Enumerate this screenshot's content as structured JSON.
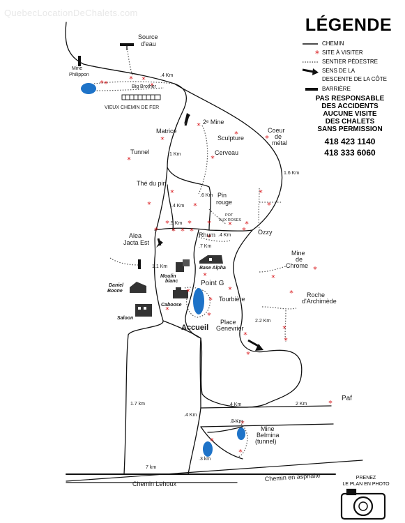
{
  "watermark": "QuebecLocationDeChalets.com",
  "legend": {
    "title": "LÉGENDE",
    "items": [
      {
        "symbol": "solid-line",
        "label": "CHEMIN"
      },
      {
        "symbol": "star",
        "label": "SITE À VISITER"
      },
      {
        "symbol": "dotted-line",
        "label": "SENTIER PÉDESTRE"
      },
      {
        "symbol": "arrow",
        "label": "SENS DE LA DESCENTE DE LA CÔTE"
      },
      {
        "symbol": "barrier",
        "label": "BARRIÈRE"
      }
    ],
    "arrow_line1": "SENS DE LA",
    "arrow_line2": "DESCENTE DE LA CÔTE"
  },
  "notice": {
    "line1": "PAS RESPONSABLE",
    "line2": "DES ACCIDENTS",
    "line3": "AUCUNE VISITE",
    "line4": "DES CHALETS",
    "line5": "SANS PERMISSION"
  },
  "phones": [
    "418 423 1140",
    "418 333 6060"
  ],
  "photo_note": {
    "line1": "PRENEZ",
    "line2": "LE PLAN EN PHOTO"
  },
  "places": {
    "source": [
      "Source",
      "d'eau"
    ],
    "mine_philippon": [
      "Mine",
      "Philippon"
    ],
    "big_brother": "Big Brother",
    "vieux_chemin": "VIEUX CHEMIN DE FER",
    "deuxieme_mine": "2ᵉ Mine",
    "matrice": "Matrice",
    "sculpture": "Sculpture",
    "coeur": [
      "Coeur",
      "de",
      "métal"
    ],
    "tunnel": "Tunnel",
    "cerveau": "Cerveau",
    "the_du_pin": "Thé du pin",
    "pin_rouge": [
      "Pin",
      "rouge"
    ],
    "pot_aux_roses": [
      "POT",
      "AUX ROSES"
    ],
    "ozzy": "Ozzy",
    "rhum": "Rhum",
    "alea": [
      "Alea",
      "Jacta Est"
    ],
    "mine_chrome": [
      "Mine",
      "de",
      "Chrome"
    ],
    "base_alpha": "Base Alpha",
    "moulin": [
      "Moulin",
      "blanc"
    ],
    "daniel_boone": [
      "Daniel",
      "Boone"
    ],
    "point_g": "Point G",
    "roche": [
      "Roche",
      "d'Archimède"
    ],
    "caboose": "Caboose",
    "tourbiere": "Tourbière",
    "saloon": "Saloon",
    "accueil": "Accueil",
    "place_genevrier": [
      "Place",
      "Genevrier"
    ],
    "paf": "Paf",
    "mine_belmina": [
      "Mine",
      "Belmina",
      "(tunnel)"
    ],
    "chemin_lehoux": "Chemin Lehoux",
    "chemin_asphalte": "Chemin en asphalte"
  },
  "distances": {
    "d_4km_top": ".4 Km",
    "d_1km": "1 Km",
    "d_16km": "1.6 Km",
    "d_6km": ".6 Km",
    "d_4km_a": ".4 Km",
    "d_5km": ".5 Km",
    "d_4km_b": ".4 Km",
    "d_7km": ".7 Km",
    "d_11km": "1.1 Km",
    "d_22km": "2.2 Km",
    "d_17km": "1.7 km",
    "d_4km_c": ".4 Km",
    "d_2km": "2 Km",
    "d_4km_d": ".4 Km",
    "d_5km_b": ".5 Km",
    "d_3km": ".3 km",
    "d_7km_b": "7 km"
  },
  "colors": {
    "star": "#d81418",
    "lake": "#1e73c8",
    "road": "#111111",
    "trail": "#555555"
  }
}
